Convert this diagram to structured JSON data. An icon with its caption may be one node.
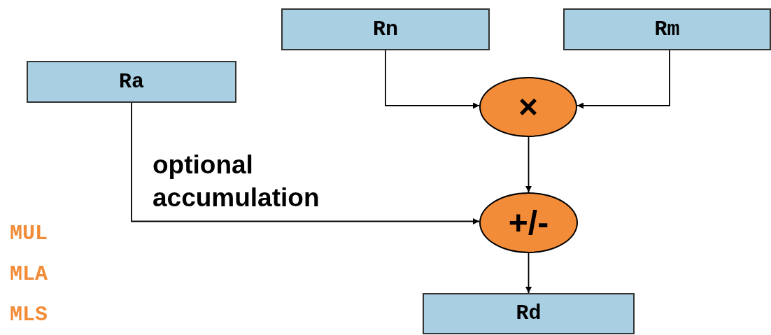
{
  "diagram": {
    "nodes": [
      {
        "text": [
          "Rn"
        ]
      },
      {
        "text": [
          "Rm"
        ]
      },
      {
        "text": [
          "Ra"
        ]
      },
      {
        "text": [
          "×"
        ]
      },
      {
        "text": [
          "+/-"
        ]
      },
      {
        "text": [
          "Rd"
        ]
      }
    ],
    "edges": [
      {
        "from": 0,
        "to": 3,
        "arrow": "to"
      },
      {
        "from": 1,
        "to": 3,
        "arrow": "to"
      },
      {
        "from": 3,
        "to": 4,
        "arrow": "to"
      },
      {
        "from": 2,
        "to": 4,
        "arrow": "to",
        "label": "optional accumulation"
      },
      {
        "from": 4,
        "to": 5,
        "arrow": "to"
      }
    ],
    "labels": [
      "MUL",
      "MLA",
      "MLS"
    ]
  }
}
